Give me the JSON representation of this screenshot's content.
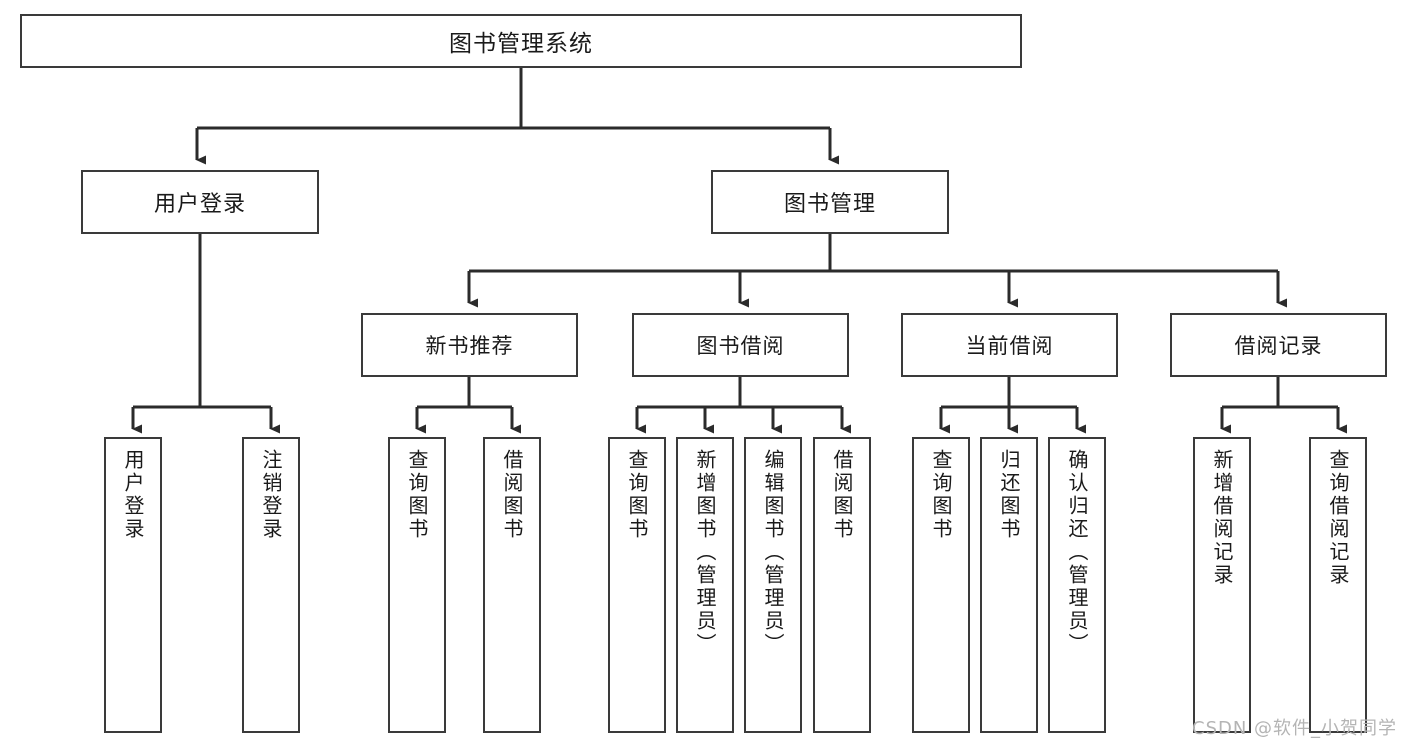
{
  "diagram": {
    "title": "图书管理系统",
    "type": "tree",
    "colors": {
      "background": "#ffffff",
      "box_border": "#3a3a3a",
      "connector": "#2b2b2b",
      "text": "#1a1a1a",
      "watermark": "#b4b4b4"
    },
    "root": {
      "label": "图书管理系统"
    },
    "level2": [
      {
        "label": "用户登录"
      },
      {
        "label": "图书管理"
      }
    ],
    "level3": [
      {
        "label": "新书推荐"
      },
      {
        "label": "图书借阅"
      },
      {
        "label": "当前借阅"
      },
      {
        "label": "借阅记录"
      }
    ],
    "leaves": {
      "user_login": [
        {
          "label": "用户登录"
        },
        {
          "label": "注销登录"
        }
      ],
      "new_book": [
        {
          "label": "查询图书"
        },
        {
          "label": "借阅图书"
        }
      ],
      "book_borrow": [
        {
          "label": "查询图书"
        },
        {
          "label": "新增图书（管理员）"
        },
        {
          "label": "编辑图书（管理员）"
        },
        {
          "label": "借阅图书"
        }
      ],
      "current_borrow": [
        {
          "label": "查询图书"
        },
        {
          "label": "归还图书"
        },
        {
          "label": "确认归还（管理员）"
        }
      ],
      "borrow_record": [
        {
          "label": "新增借阅记录"
        },
        {
          "label": "查询借阅记录"
        }
      ]
    },
    "watermark": "CSDN @软件_小贺同学"
  }
}
